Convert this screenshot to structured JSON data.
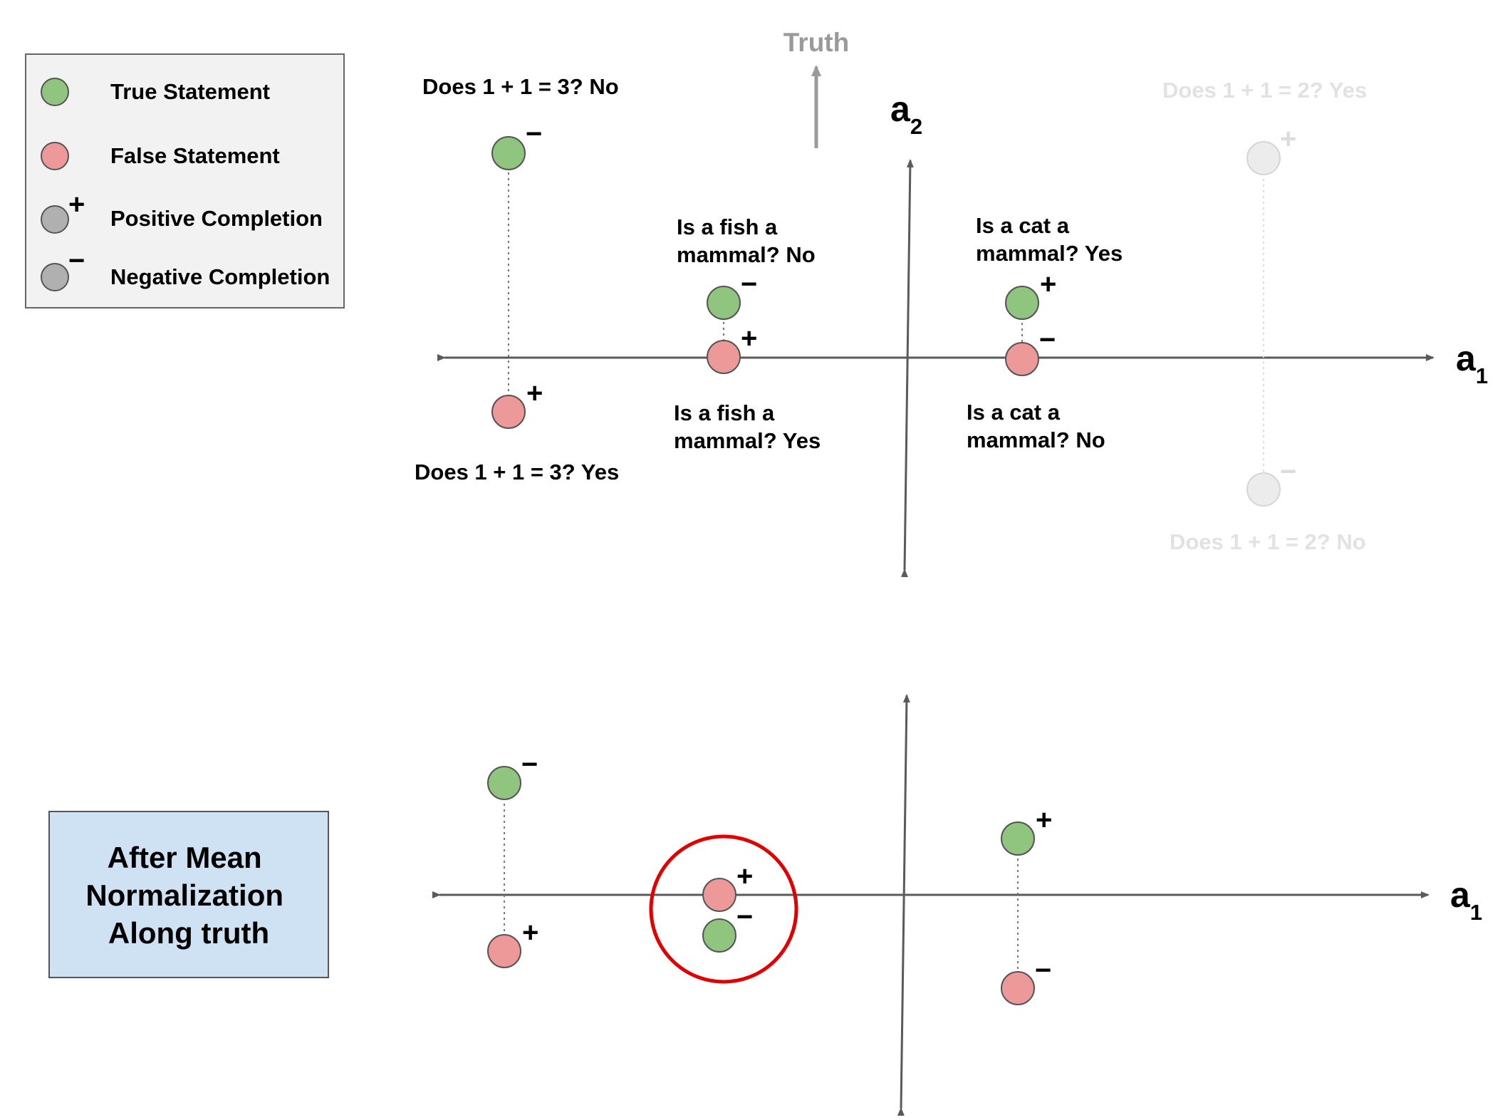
{
  "legend": {
    "items": [
      {
        "label": "True Statement",
        "fill": "#8fc57f",
        "sign": ""
      },
      {
        "label": "False Statement",
        "fill": "#ee9999",
        "sign": ""
      },
      {
        "label": "Positive Completion",
        "fill": "#b0b0b0",
        "sign": "+"
      },
      {
        "label": "Negative Completion",
        "fill": "#b0b0b0",
        "sign": "−"
      }
    ],
    "background": "#f2f2f2"
  },
  "truth_label": "Truth",
  "axes": {
    "a1_letter": "a",
    "a1_sub": "1",
    "a2_letter": "a",
    "a2_sub": "2"
  },
  "top_diagram": {
    "labels": {
      "math_no": "Does 1 + 1 = 3? No",
      "math_yes": "Does 1 + 1 = 3? Yes",
      "fish_no_line1": "Is a fish a",
      "fish_no_line2": "mammal? No",
      "fish_yes_line1": "Is a fish a",
      "fish_yes_line2": "mammal? Yes",
      "cat_yes_line1": "Is a cat a",
      "cat_yes_line2": "mammal? Yes",
      "cat_no_line1": "Is a cat a",
      "cat_no_line2": "mammal? No",
      "faded_yes": "Does 1 + 1 = 2? Yes",
      "faded_no": "Does 1 + 1 = 2? No"
    }
  },
  "bottom_diagram": {
    "note_line1": "After Mean",
    "note_line2": "Normalization",
    "note_line3": "Along truth",
    "note_background": "#cfe2f3"
  },
  "signs": {
    "plus": "+",
    "minus": "−"
  },
  "colors": {
    "true": "#8fc57f",
    "false": "#ee9999",
    "faded": "#ececec",
    "axis": "#5a5a5a",
    "highlight": "#e00000"
  }
}
